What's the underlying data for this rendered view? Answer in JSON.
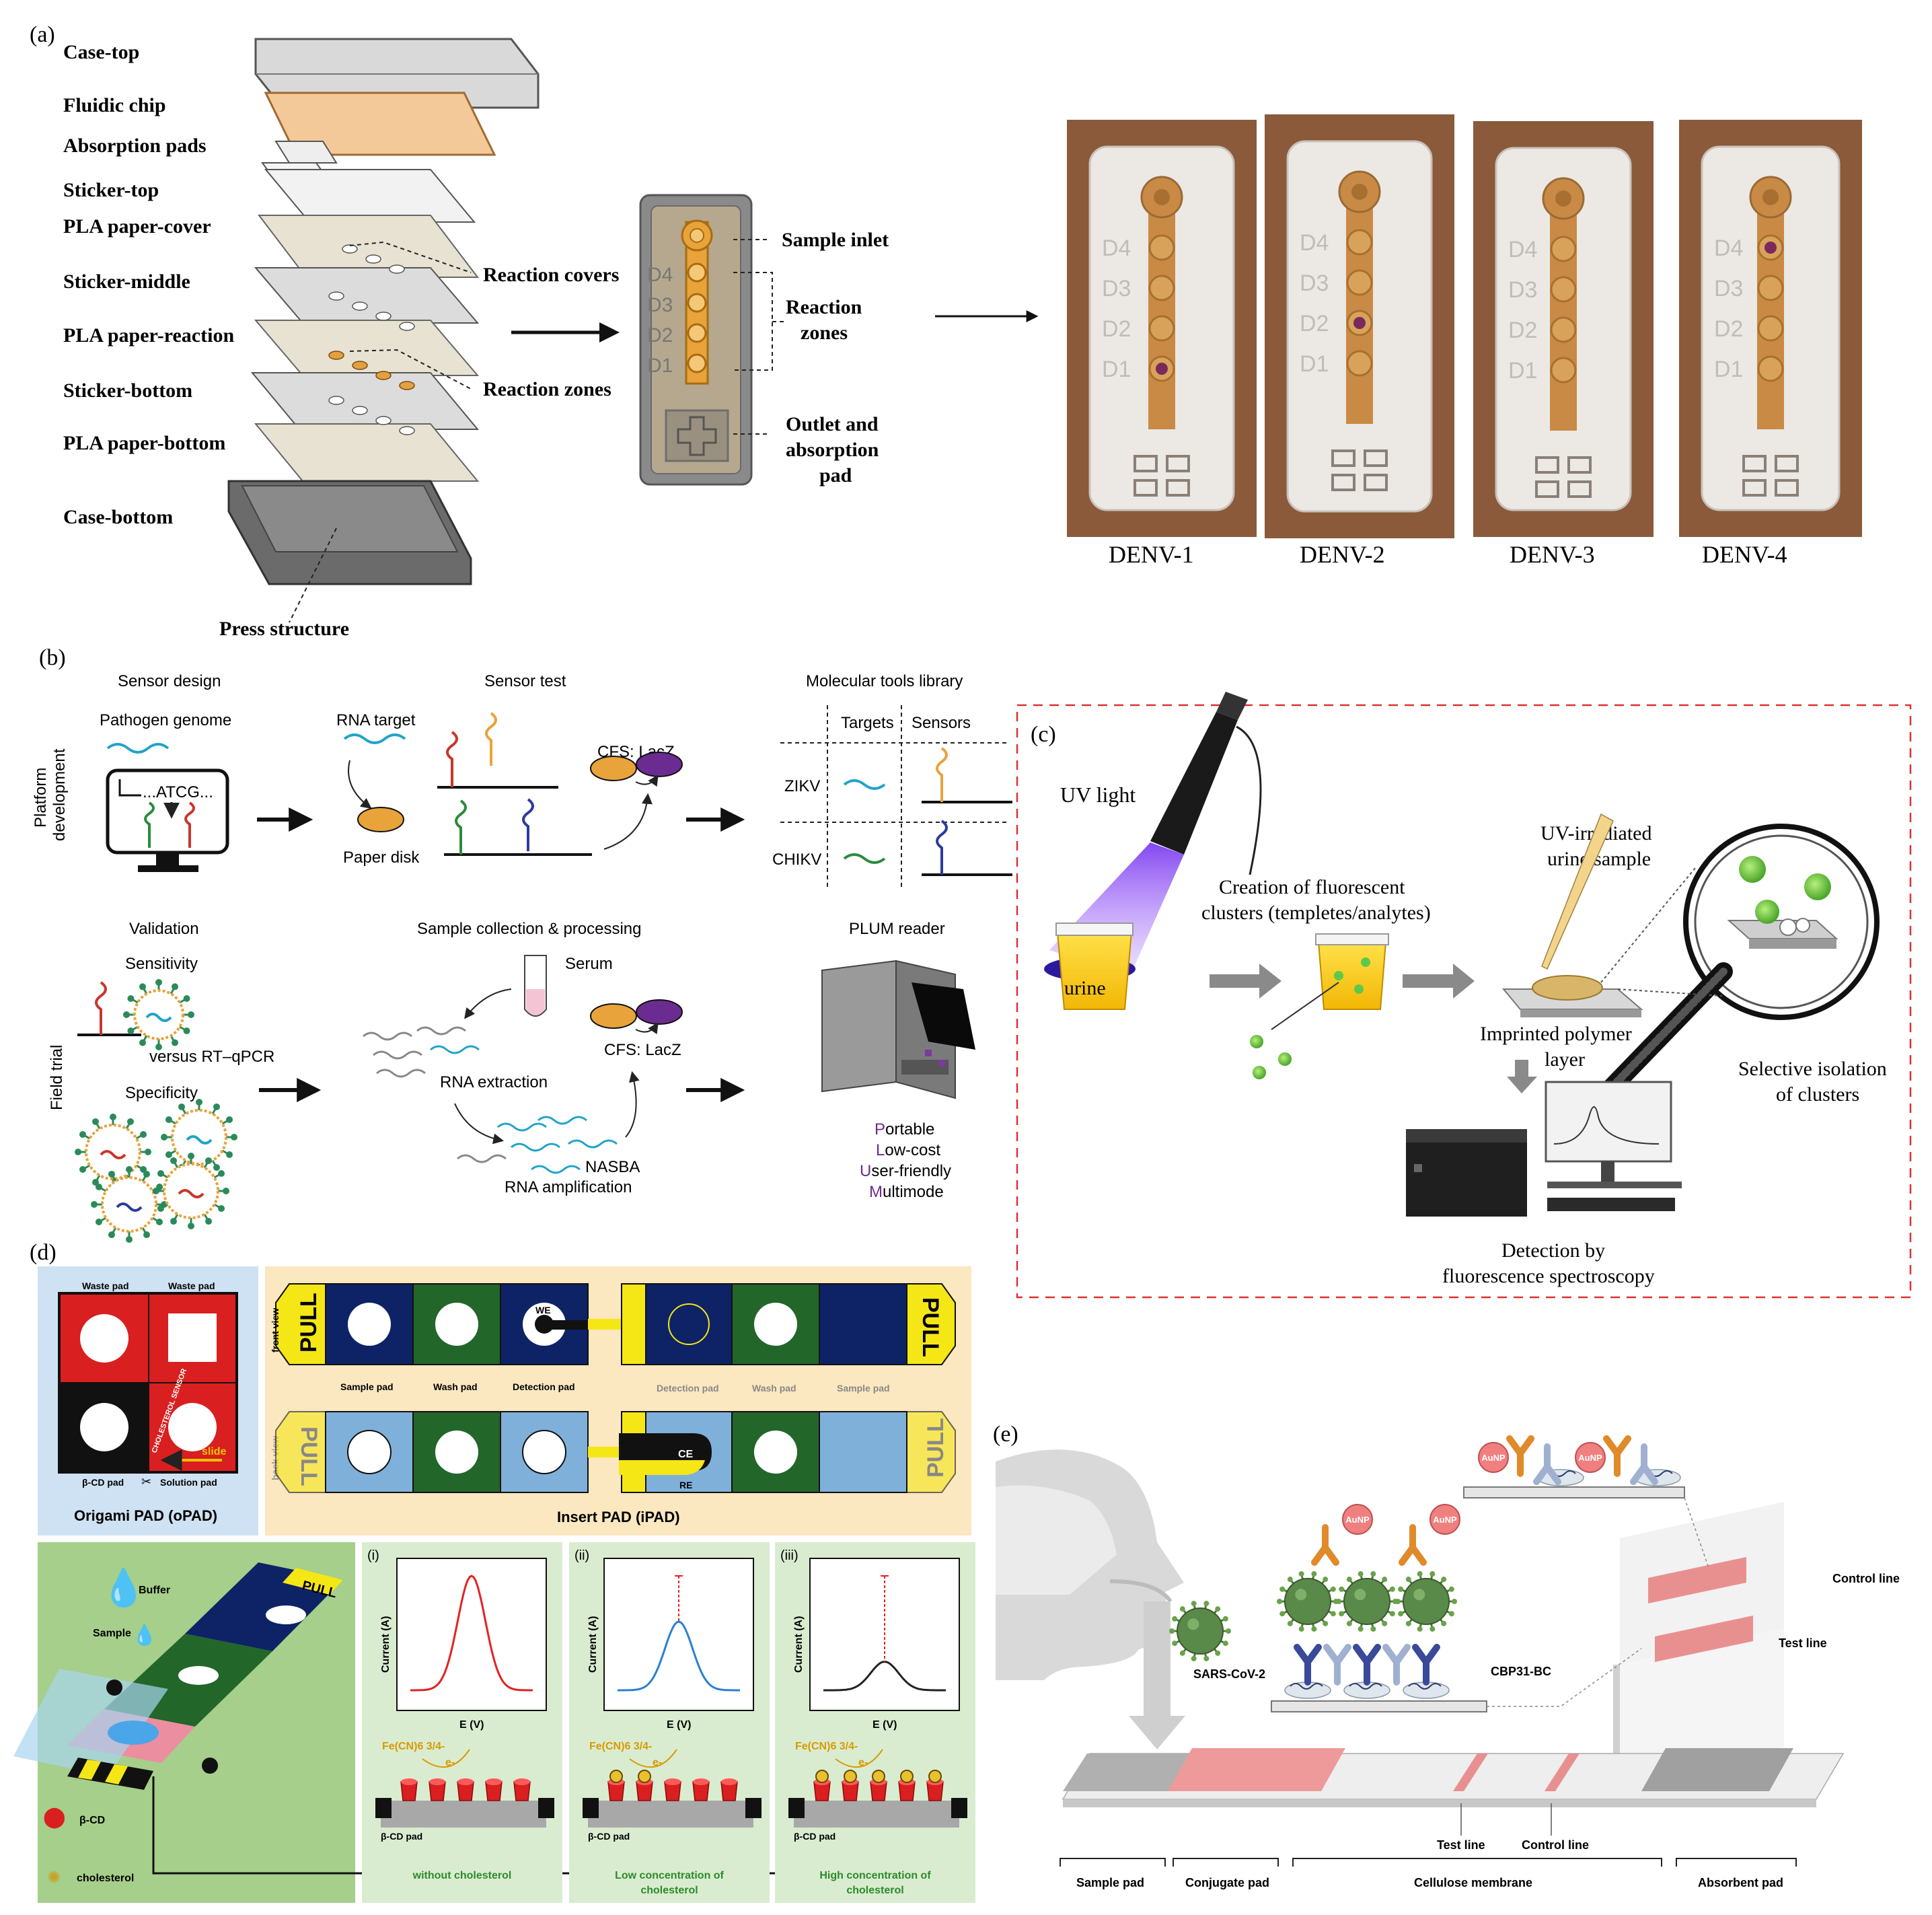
{
  "panel_a": {
    "tag": "(a)",
    "layers": [
      "Case-top",
      "Fluidic chip",
      "Absorption pads",
      "Sticker-top",
      "PLA paper-cover",
      "Sticker-middle",
      "PLA paper-reaction",
      "Sticker-bottom",
      "PLA paper-bottom",
      "Case-bottom"
    ],
    "reaction_covers": "Reaction covers",
    "reaction_zones_lead": "Reaction zones",
    "press_structure": "Press structure",
    "chip_zone_labels": [
      "D4",
      "D3",
      "D2",
      "D1"
    ],
    "sample_inlet": "Sample inlet",
    "reaction_zones_lines": [
      "Reaction",
      "zones"
    ],
    "outlet_lines": [
      "Outlet and",
      "absorption",
      "pad"
    ],
    "photo_labels": [
      "DENV-1",
      "DENV-2",
      "DENV-3",
      "DENV-4"
    ],
    "photo_zone_labels": [
      "D4",
      "D3",
      "D2",
      "D1"
    ]
  },
  "panel_b": {
    "tag": "(b)",
    "row1_side": [
      "Platform",
      "development"
    ],
    "row2_side": "Field trial",
    "sensor_design": "Sensor design",
    "pathogen_genome": "Pathogen genome",
    "atcg": "...ATCG...",
    "sensor_test": "Sensor test",
    "rna_target": "RNA target",
    "cfs_lacz": "CFS: LacZ",
    "paper_disk": "Paper disk",
    "library": "Molecular tools library",
    "targets": "Targets",
    "sensors": "Sensors",
    "zikv": "ZIKV",
    "chikv": "CHIKV",
    "validation": "Validation",
    "sensitivity": "Sensitivity",
    "versus": "versus RT–qPCR",
    "specificity": "Specificity",
    "sample_collection": "Sample collection & processing",
    "serum": "Serum",
    "rna_extraction": "RNA extraction",
    "cfs_lacz2": "CFS: LacZ",
    "nasba": "NASBA",
    "rna_amp": "RNA amplification",
    "plum": "PLUM reader",
    "plum_features": [
      {
        "first": "P",
        "rest": "ortable"
      },
      {
        "first": "L",
        "rest": "ow-cost"
      },
      {
        "first": "U",
        "rest": "ser-friendly"
      },
      {
        "first": "M",
        "rest": "ultimode"
      }
    ]
  },
  "panel_c": {
    "tag": "(c)",
    "uv_light": "UV light",
    "urine": "urine",
    "creation": [
      "Creation of fluorescent",
      "clusters (templetes/analytes)"
    ],
    "uv_sample": [
      "UV-irradiated",
      "urine sample"
    ],
    "imprinted": [
      "Imprinted polymer",
      "layer"
    ],
    "selective": [
      "Selective isolation",
      "of clusters"
    ],
    "detection": [
      "Detection by",
      "fluorescence spectroscopy"
    ]
  },
  "panel_d": {
    "tag": "(d)",
    "waste_pad": "Waste pad",
    "bcd_pad": "β-CD pad",
    "solution_pad": "Solution pad",
    "slide": "slide",
    "cholesterol_sensor": "CHOLESTEROL SENSOR",
    "opad": "Origami PAD (oPAD)",
    "ipad": "Insert PAD (iPAD)",
    "front_view": "front view",
    "back_view": "back view",
    "pull": "PULL",
    "we": "WE",
    "ce": "CE",
    "re": "RE",
    "pad_labels_left": [
      "Sample pad",
      "Wash pad",
      "Detection pad"
    ],
    "pad_labels_right": [
      "Detection pad",
      "Wash pad",
      "Sample pad"
    ],
    "buffer": "Buffer",
    "sample": "Sample",
    "bcd": "β-CD",
    "cholesterol": "cholesterol",
    "plots": [
      {
        "roman": "(i)",
        "caption": [
          "without cholesterol"
        ],
        "peak": 1.0
      },
      {
        "roman": "(ii)",
        "caption": [
          "Low concentration of",
          "cholesterol"
        ],
        "peak": 0.6
      },
      {
        "roman": "(iii)",
        "caption": [
          "High concentration of",
          "cholesterol"
        ],
        "peak": 0.25
      }
    ],
    "y_axis": "Current (A)",
    "x_axis": "E (V)",
    "fe_label": "Fe(CN)6 3/4-",
    "e_label": "e-",
    "bcd_pad_small": "β-CD pad"
  },
  "panel_e": {
    "tag": "(e)",
    "aunp": "AuNP",
    "sars": "SARS-CoV-2",
    "cbp": "CBP31-BC",
    "control_line": "Control line",
    "test_line": "Test line",
    "strip_test": "Test line",
    "strip_control": "Control line",
    "sample_pad": "Sample pad",
    "conjugate_pad": "Conjugate pad",
    "cellulose": "Cellulose membrane",
    "absorbent": "Absorbent pad"
  },
  "colors": {
    "orange": "#e8a33a",
    "purple": "#6a2c91",
    "teal": "#21a3c9",
    "red_pad": "#d91f1f",
    "navy": "#0d2366",
    "green_pad": "#22662a",
    "light_blue": "#7fb0d9",
    "yellow": "#f5e616",
    "pink": "#e89090"
  }
}
